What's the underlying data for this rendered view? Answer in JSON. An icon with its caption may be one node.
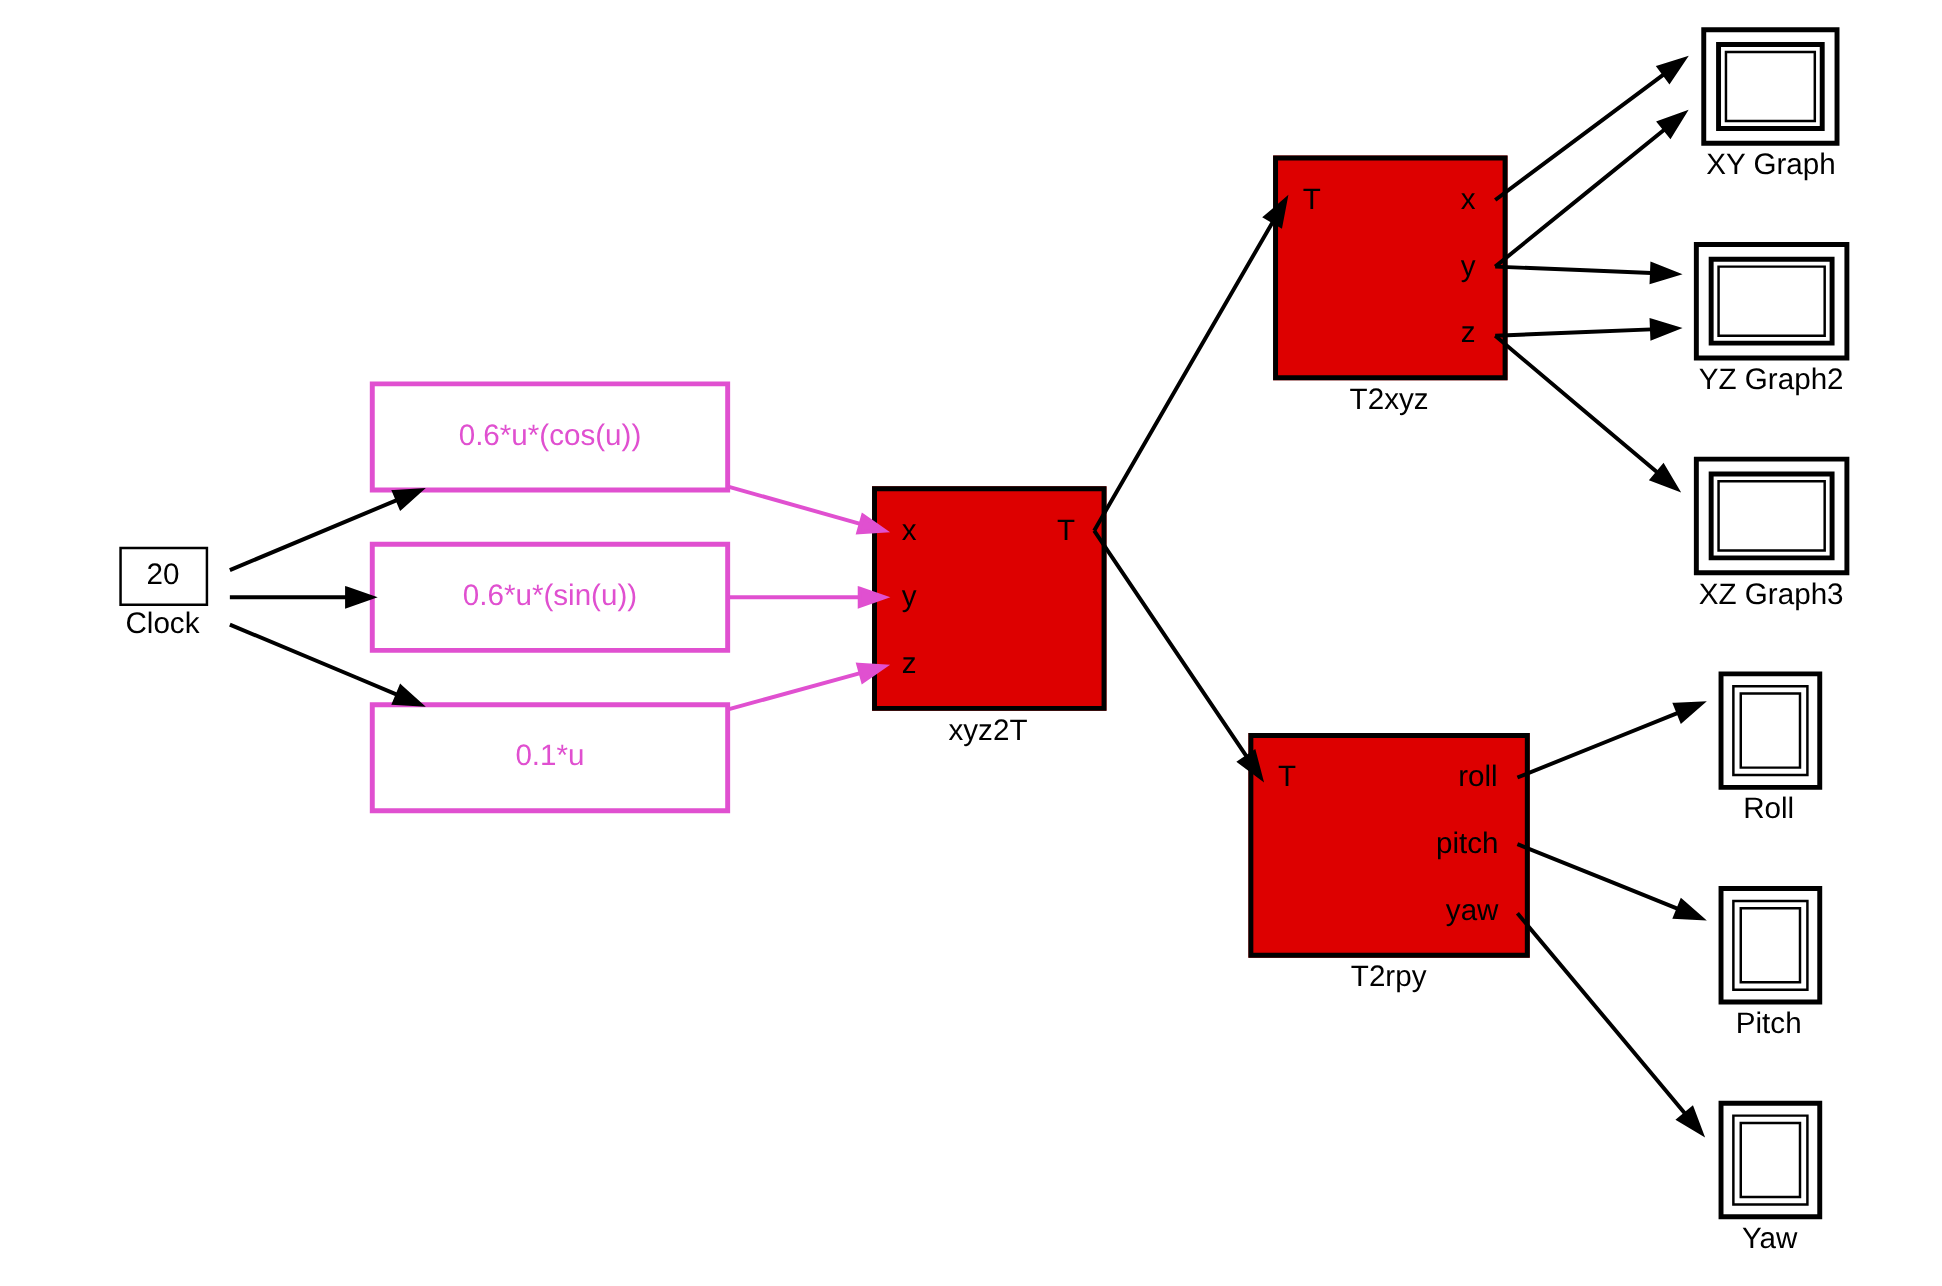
{
  "diagram": {
    "nodes": [
      {
        "text": [
          "20",
          "Clock"
        ]
      },
      {
        "text": [
          "0.6*u*(cos(u))"
        ]
      },
      {
        "text": [
          "0.6*u*(sin(u))"
        ]
      },
      {
        "text": [
          "0.1*u"
        ]
      },
      {
        "text": [
          "x",
          "y",
          "z",
          "T",
          "xyz2T"
        ]
      },
      {
        "text": [
          "T",
          "x",
          "y",
          "z",
          "T2xyz"
        ]
      },
      {
        "text": [
          "XY Graph"
        ]
      },
      {
        "text": [
          "YZ Graph2"
        ]
      },
      {
        "text": [
          "XZ Graph3"
        ]
      },
      {
        "text": [
          "T",
          "roll",
          "pitch",
          "yaw",
          "T2rpy"
        ]
      },
      {
        "text": [
          "Roll"
        ]
      },
      {
        "text": [
          "Pitch"
        ]
      },
      {
        "text": [
          "Yaw"
        ]
      }
    ],
    "edges": [
      {
        "from": 0,
        "to": 1,
        "arrow": "to"
      },
      {
        "from": 0,
        "to": 2,
        "arrow": "to"
      },
      {
        "from": 0,
        "to": 3,
        "arrow": "to"
      },
      {
        "from": 1,
        "to": 4,
        "arrow": "to",
        "color": "#e050d0"
      },
      {
        "from": 2,
        "to": 4,
        "arrow": "to",
        "color": "#e050d0"
      },
      {
        "from": 3,
        "to": 4,
        "arrow": "to",
        "color": "#e050d0"
      },
      {
        "from": 4,
        "to": 5,
        "arrow": "to"
      },
      {
        "from": 4,
        "to": 9,
        "arrow": "to"
      },
      {
        "from": 5,
        "to": 6,
        "arrow": "to"
      },
      {
        "from": 5,
        "to": 6,
        "arrow": "to"
      },
      {
        "from": 5,
        "to": 7,
        "arrow": "to"
      },
      {
        "from": 5,
        "to": 7,
        "arrow": "to"
      },
      {
        "from": 5,
        "to": 8,
        "arrow": "to"
      },
      {
        "from": 9,
        "to": 10,
        "arrow": "to"
      },
      {
        "from": 9,
        "to": 11,
        "arrow": "to"
      },
      {
        "from": 9,
        "to": 12,
        "arrow": "to"
      }
    ]
  }
}
